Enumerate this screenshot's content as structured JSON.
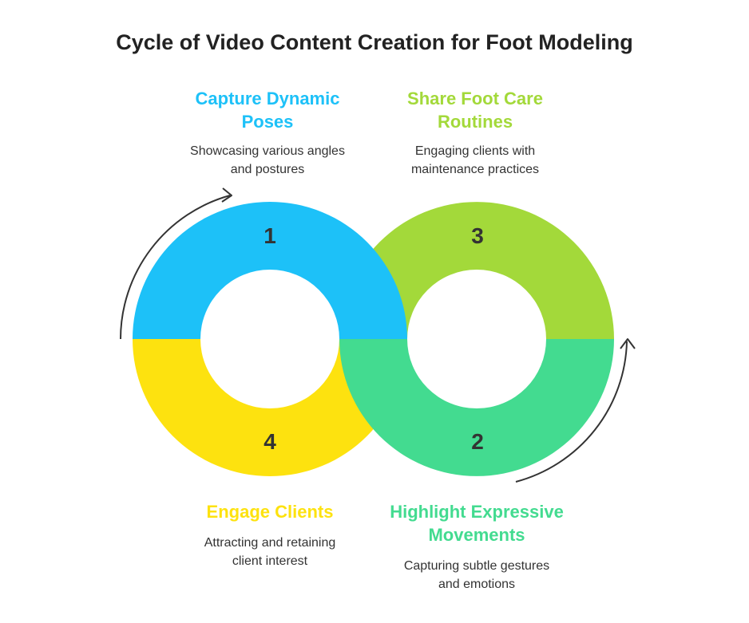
{
  "title": "Cycle of Video Content Creation for Foot Modeling",
  "colors": {
    "blue": "#1DC1F8",
    "green_light": "#A3D93A",
    "green": "#43DB90",
    "yellow": "#FDE20F",
    "arrow": "#333333",
    "text": "#333333"
  },
  "steps": [
    {
      "number": "1",
      "heading": "Capture Dynamic\nPoses",
      "description": "Showcasing various angles\nand postures"
    },
    {
      "number": "2",
      "heading": "Highlight Expressive\nMovements",
      "description": "Capturing subtle gestures\nand emotions"
    },
    {
      "number": "3",
      "heading": "Share Foot Care\nRoutines",
      "description": "Engaging clients with\nmaintenance practices"
    },
    {
      "number": "4",
      "heading": "Engage Clients",
      "description": "Attracting and retaining\nclient interest"
    }
  ]
}
